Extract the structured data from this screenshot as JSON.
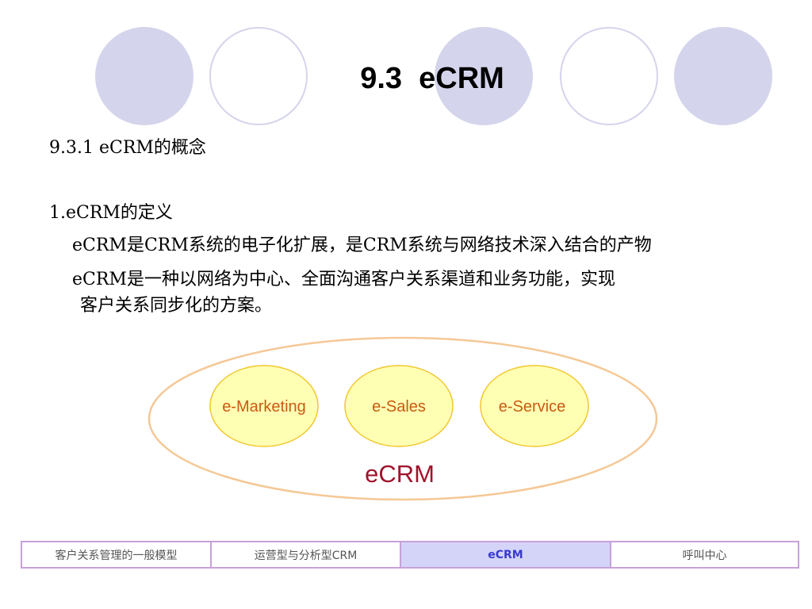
{
  "slide": {
    "title": "9.3  eCRM"
  },
  "content": {
    "section_heading": "9.3.1 eCRM的概念",
    "definition_heading": "1.eCRM的定义",
    "definition_line_1": "eCRM是CRM系统的电子化扩展，是CRM系统与网络技术深入结合的产物",
    "definition_line_2a": "eCRM是一种以网络为中心、全面沟通客户关系渠道和业务功能，实现",
    "definition_line_2b": "客户关系同步化的方案。"
  },
  "diagram": {
    "components": [
      "e-Marketing",
      "e-Sales",
      "e-Service"
    ],
    "container_label": "eCRM",
    "colors": {
      "outer_ellipse_stroke": "#f5c896",
      "inner_circle_fill": "#ffffb4",
      "inner_circle_stroke": "#f0c830",
      "component_text": "#c85a10",
      "container_text": "#a0142c"
    }
  },
  "nav": {
    "tabs": [
      {
        "label": "客户关系管理的一般模型",
        "active": false
      },
      {
        "label": "运营型与分析型CRM",
        "active": false
      },
      {
        "label": "eCRM",
        "active": true
      },
      {
        "label": "呼叫中心",
        "active": false
      }
    ]
  },
  "theme": {
    "decor_circle_color": "#d4d4ec",
    "nav_border_color": "#c8a0d8",
    "nav_active_bg": "#d4d4f8",
    "nav_active_text": "#3a3ad0"
  }
}
